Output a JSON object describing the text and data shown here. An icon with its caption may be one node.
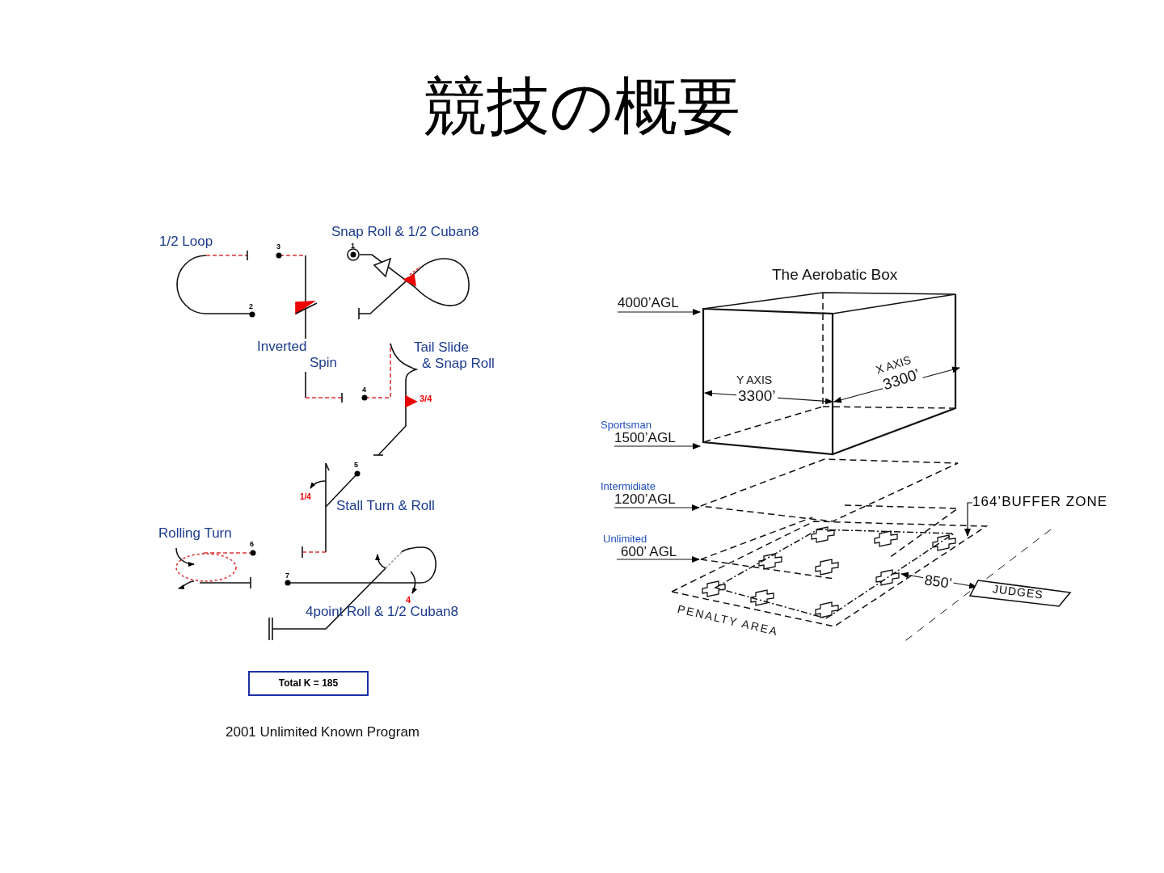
{
  "diagram": {
    "title": "競技の概要",
    "nodes": [
      {
        "text": [
          "4000’AGL"
        ]
      },
      {
        "text": [
          "Sportsman",
          "1500’AGL"
        ]
      },
      {
        "text": [
          "Intermidiate",
          "1200’AGL"
        ]
      },
      {
        "text": [
          "Unlimited",
          "600’ AGL"
        ]
      },
      {
        "text": [
          "164’BUFFER ZONE"
        ]
      },
      {
        "text": [
          "JUDGES"
        ]
      },
      {
        "text": [
          "Total K = 185"
        ]
      }
    ],
    "edges": [
      {
        "from": 0,
        "to": null,
        "arrow": "to"
      },
      {
        "from": 1,
        "to": null,
        "arrow": "to"
      },
      {
        "from": 2,
        "to": null,
        "arrow": "to"
      },
      {
        "from": 3,
        "to": null,
        "arrow": "to"
      },
      {
        "from": 4,
        "to": null,
        "arrow": "to"
      }
    ],
    "labels": [
      "Snap Roll & 1/2 Cuban8",
      "1/2 Loop",
      "1",
      "3",
      "2",
      "Inverted Spin",
      "Tail Slide & Snap Roll",
      "4",
      "3/4",
      "5",
      "1/4",
      "Stall Turn & Roll",
      "Rolling Turn",
      "6",
      "7",
      "4",
      "4point Roll & 1/2 Cuban8",
      "2001 Unlimited Known Program",
      "The Aerobatic Box",
      "Y AXIS",
      "3300’",
      "X AXIS",
      "3300’",
      "850’",
      "PENALTY AREA"
    ]
  }
}
